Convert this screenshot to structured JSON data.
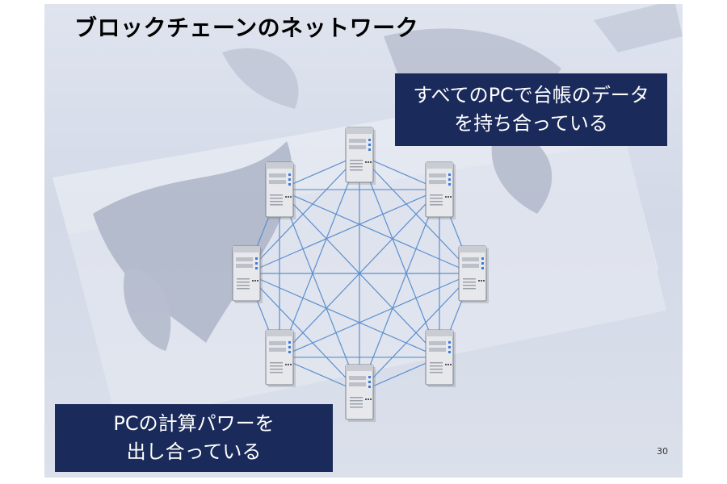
{
  "title": "ブロックチェーンのネットワーク",
  "callout_top": {
    "line1": "すべてのPCで台帳のデータ",
    "line2": "を持ち合っている"
  },
  "callout_bottom": {
    "line1": "PCの計算パワーを",
    "line2": "出し合っている"
  },
  "page_number": "30",
  "network": {
    "node_count": 8,
    "node_icon": "server-tower-icon",
    "connection": "full-mesh",
    "edge_color": "#5b8fd0"
  },
  "colors": {
    "callout_bg": "#1a2a5a",
    "callout_text": "#ffffff",
    "title_text": "#000000"
  }
}
